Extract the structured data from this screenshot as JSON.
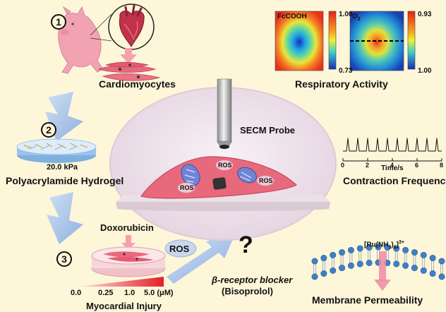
{
  "steps": {
    "one": "1",
    "two": "2",
    "three": "3"
  },
  "labels": {
    "cardiomyocytes": "Cardiomyocytes",
    "hydrogel_stiffness": "20.0 kPa",
    "hydrogel": "Polyacrylamide Hydrogel",
    "doxorubicin": "Doxorubicin",
    "dose_0": "0.0",
    "dose_1": "0.25",
    "dose_2": "1.0",
    "dose_3": "5.0 (μM)",
    "myocardial_injury": "Myocardial Injury",
    "ros_bubble": "ROS",
    "question": "?",
    "beta_blocker": "β-receptor blocker",
    "bisoprolol": "(Bisoprolol)",
    "secm_probe": "SECM Probe",
    "ros_cell_1": "ROS",
    "ros_cell_2": "ROS",
    "ros_cell_3": "ROS",
    "respiratory_activity": "Respiratory Activity",
    "contraction_frequency": "Contraction Frequency",
    "time_axis": "Time/s",
    "ru_complex": "[Ru(NH3)6]3+",
    "membrane_permeability": "Membrane Permeability"
  },
  "heatmap_fc": {
    "title": "FcCOOH",
    "max": "1.00",
    "min": "0.73"
  },
  "heatmap_o2": {
    "title": "O2",
    "max": "0.93",
    "min": "1.00"
  },
  "trace": {
    "ticks": [
      "0",
      "2",
      "4",
      "6",
      "8"
    ],
    "beat_times": [
      0.4,
      1.2,
      2.0,
      2.8,
      3.6,
      4.4,
      5.2,
      6.0,
      6.8,
      7.6
    ]
  },
  "colors": {
    "background": "#fdf6d9",
    "arrow_blue": "#a9c3e6",
    "cell_pink": "#e9697c",
    "ellipse": "#f1e6ee",
    "membrane_head": "#3f7fc8",
    "dose_red": "#e3202a"
  }
}
